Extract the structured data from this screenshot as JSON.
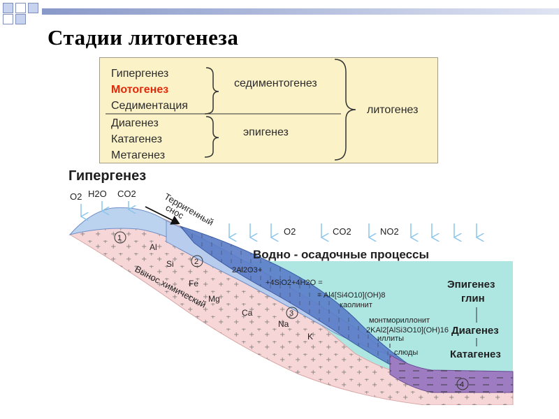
{
  "title": "Стадии литогенеза",
  "schema": {
    "stages": [
      "Гипергенез",
      "Мотогенез",
      "Седиментация",
      "Диагенез",
      "Катагенез",
      "Метагенез"
    ],
    "group_top": "седиментогенез",
    "group_bottom": "эпигенез",
    "group_all": "литогенез",
    "highlight_color": "#e02a0a"
  },
  "diagram": {
    "heading": "Гипергенез",
    "gases_left": [
      "O2",
      "H2O",
      "CO2"
    ],
    "gases_right": [
      "O2",
      "CO2",
      "NO2"
    ],
    "terrigenous": [
      "Терригенный",
      "снос"
    ],
    "water_title": "Водно - осадочные процессы",
    "leaching": "Вынос химический",
    "elements": [
      "Al",
      "Si",
      "Fe",
      "Mg",
      "Ca",
      "Na",
      "K"
    ],
    "zones": [
      "1",
      "2",
      "3",
      "4"
    ],
    "reactions": [
      "2Al2O3+",
      "+4SiO2+4H2O =",
      "= Al4[Si4O10](OH)8",
      "каолинит",
      "монтмориллонит",
      "2KAl2[AlSi3O10](OH)16",
      "иллиты",
      "слюды"
    ],
    "right_stages": [
      "Эпигенез",
      "глин",
      "Диагенез",
      "Катагенез"
    ],
    "colors": {
      "water": "#aee6e2",
      "pink": "#f6d6d6",
      "blue_dark": "#5a7dc8",
      "blue_light": "#bcd3ef",
      "purple": "#9d7cc1"
    }
  }
}
